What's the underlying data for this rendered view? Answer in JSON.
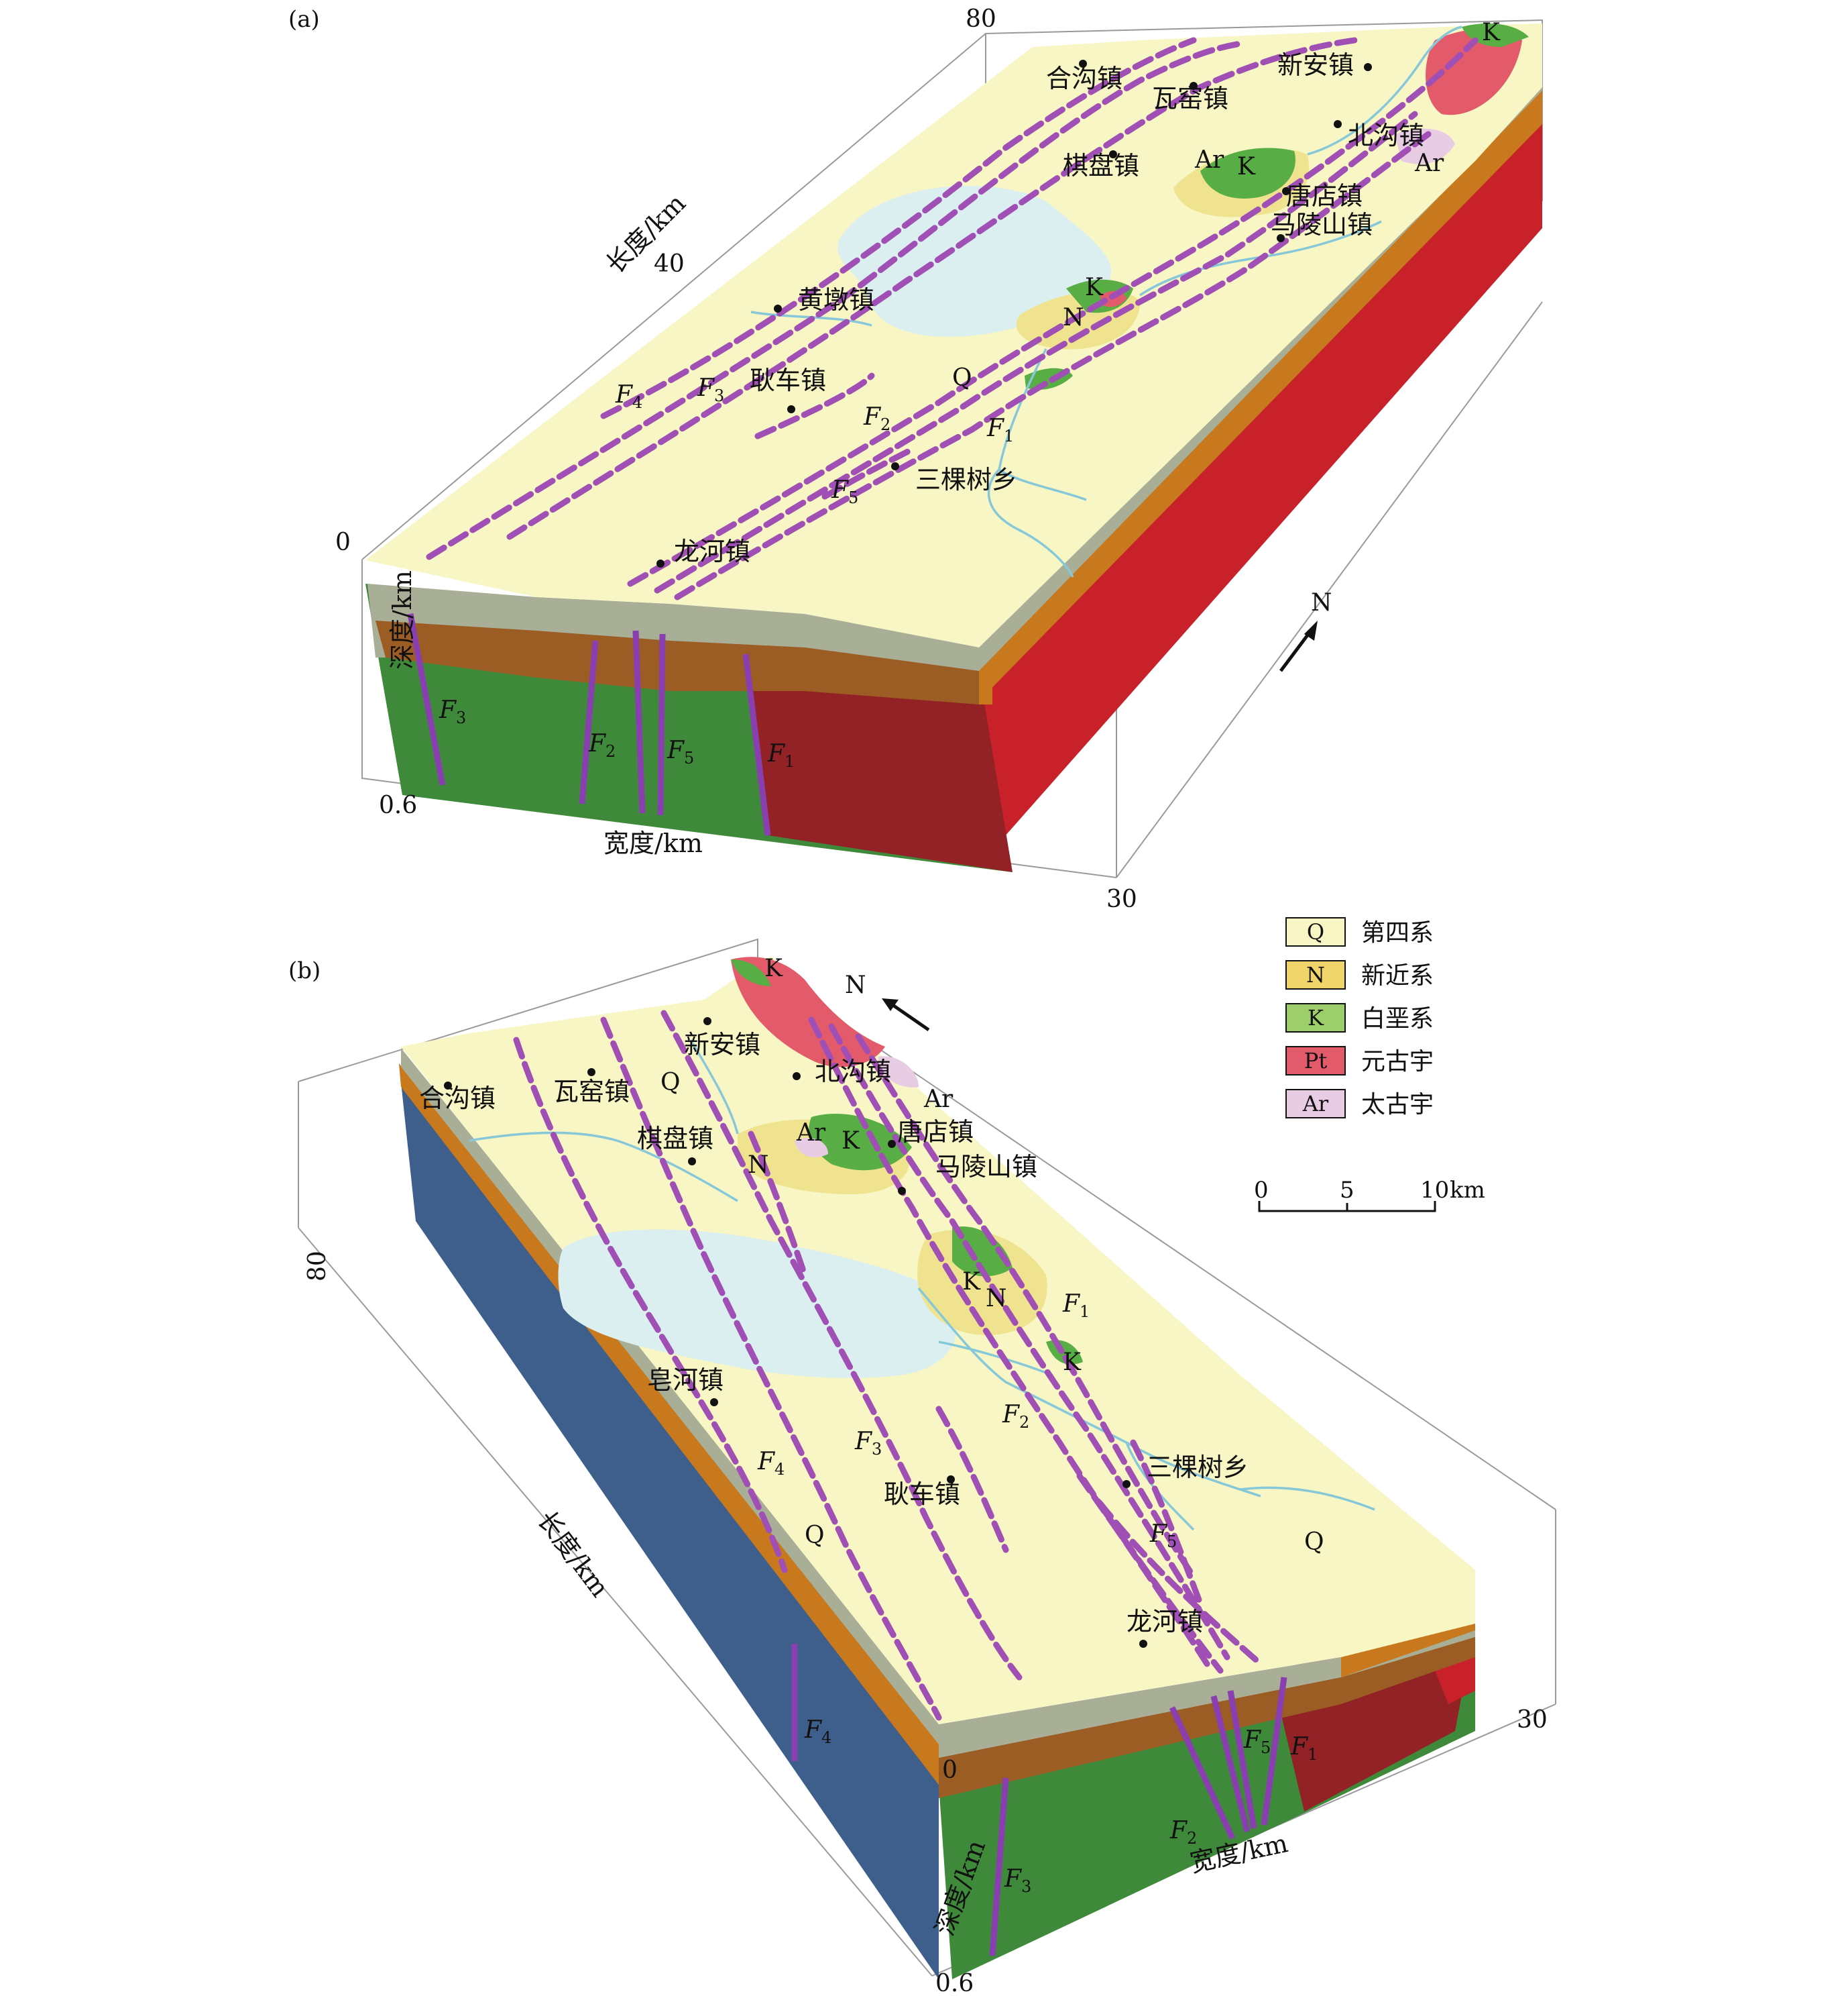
{
  "panel_a": {
    "label": "(a)",
    "axes": {
      "length_label": "长度/km",
      "length_ticks": [
        "80",
        "40"
      ],
      "width_label": "宽度/km",
      "width_ticks": [
        "0",
        "30"
      ],
      "depth_label": "深度/km",
      "depth_ticks": [
        "0.6"
      ]
    },
    "north": "N",
    "towns": [
      "合沟镇",
      "瓦窑镇",
      "新安镇",
      "北沟镇",
      "棋盘镇",
      "唐店镇",
      "马陵山镇",
      "黄墩镇",
      "耿车镇",
      "三棵树乡",
      "龙河镇"
    ],
    "unit_labels": [
      "K",
      "Ar",
      "K",
      "Ar",
      "K",
      "N",
      "Q"
    ],
    "fault_labels": [
      {
        "name": "F",
        "sub": "4"
      },
      {
        "name": "F",
        "sub": "3"
      },
      {
        "name": "F",
        "sub": "2"
      },
      {
        "name": "F",
        "sub": "1"
      },
      {
        "name": "F",
        "sub": "5"
      }
    ],
    "section_fault_labels": [
      {
        "name": "F",
        "sub": "3"
      },
      {
        "name": "F",
        "sub": "2"
      },
      {
        "name": "F",
        "sub": "5"
      },
      {
        "name": "F",
        "sub": "1"
      }
    ]
  },
  "panel_b": {
    "label": "(b)",
    "axes": {
      "length_label": "长度/km",
      "length_ticks": [
        "80"
      ],
      "width_label": "宽度/km",
      "width_ticks": [
        "0",
        "30"
      ],
      "depth_label": "深度/km",
      "depth_ticks": [
        "0.6"
      ]
    },
    "north": "N",
    "towns": [
      "合沟镇",
      "瓦窑镇",
      "新安镇",
      "北沟镇",
      "棋盘镇",
      "唐店镇",
      "马陵山镇",
      "皂河镇",
      "耿车镇",
      "三棵树乡",
      "龙河镇"
    ],
    "unit_labels": [
      "K",
      "Q",
      "Ar",
      "Ar",
      "K",
      "N",
      "K",
      "N",
      "K",
      "Q",
      "Q"
    ],
    "fault_labels": [
      {
        "name": "F",
        "sub": "1"
      },
      {
        "name": "F",
        "sub": "2"
      },
      {
        "name": "F",
        "sub": "3"
      },
      {
        "name": "F",
        "sub": "4"
      },
      {
        "name": "F",
        "sub": "5"
      }
    ],
    "section_fault_labels": [
      {
        "name": "F",
        "sub": "4"
      },
      {
        "name": "F",
        "sub": "3"
      },
      {
        "name": "F",
        "sub": "2"
      },
      {
        "name": "F",
        "sub": "5"
      },
      {
        "name": "F",
        "sub": "1"
      }
    ]
  },
  "legend": {
    "items": [
      {
        "code": "Q",
        "name": "第四系",
        "color": "#f7f6c4"
      },
      {
        "code": "N",
        "name": "新近系",
        "color": "#f0d66a"
      },
      {
        "code": "K",
        "name": "白垩系",
        "color": "#9ccf6a"
      },
      {
        "code": "Pt",
        "name": "元古宇",
        "color": "#e35b6b"
      },
      {
        "code": "Ar",
        "name": "太古宇",
        "color": "#e7cce4"
      }
    ],
    "scale": {
      "ticks": [
        "0",
        "5",
        "10"
      ],
      "unit": "km"
    }
  },
  "colors": {
    "quaternary": "#f7f6c4",
    "lake": "#dceff0",
    "layer_grey": "#a9ae97",
    "layer_orange": "#c8791e",
    "layer_brown": "#9b5d23",
    "green_section": "#3f8a3a",
    "red_section": "#c9212a",
    "dark_red_section": "#922226",
    "blue_section": "#3e5f8b",
    "fault": "#a04fb4"
  }
}
